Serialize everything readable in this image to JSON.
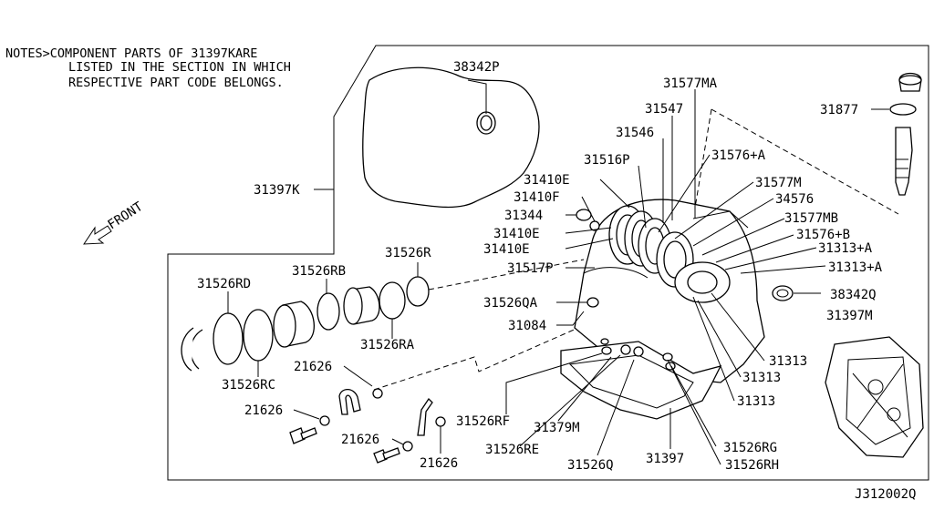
{
  "notes": {
    "line1": "NOTES>COMPONENT PARTS OF 31397KARE",
    "line2": "LISTED IN THE SECTION IN WHICH",
    "line3": "RESPECTIVE PART CODE BELONGS."
  },
  "front_label": "FRONT",
  "diagram_code": "J312002Q",
  "labels": {
    "p38342P": "38342P",
    "p31577MA": "31577MA",
    "p31547": "31547",
    "p31877": "31877",
    "p31546": "31546",
    "p31576A": "31576+A",
    "p31516P": "31516P",
    "p31577M": "31577M",
    "p31410E_top": "31410E",
    "p34576": "34576",
    "p31410F": "31410F",
    "p31397K": "31397K",
    "p31577MB": "31577MB",
    "p31344": "31344",
    "p31576B": "31576+B",
    "p31410E_mid": "31410E",
    "p31313A_1": "31313+A",
    "p31410E_bot": "31410E",
    "p31313A_2": "31313+A",
    "p31526R": "31526R",
    "p31517P": "31517P",
    "p31526RB": "31526RB",
    "p31526RD": "31526RD",
    "p38342Q": "38342Q",
    "p31526QA": "31526QA",
    "p31397M": "31397M",
    "p31084": "31084",
    "p31526RA": "31526RA",
    "p31313_1": "31313",
    "p21626_1": "21626",
    "p31313_2": "31313",
    "p31526RC": "31526RC",
    "p31313_3": "31313",
    "p21626_2": "21626",
    "p31526RF": "31526RF",
    "p31379M": "31379M",
    "p21626_3": "21626",
    "p31526RG": "31526RG",
    "p31526RE": "31526RE",
    "p21626_4": "21626",
    "p31397": "31397",
    "p31526Q": "31526Q",
    "p31526RH": "31526RH"
  }
}
